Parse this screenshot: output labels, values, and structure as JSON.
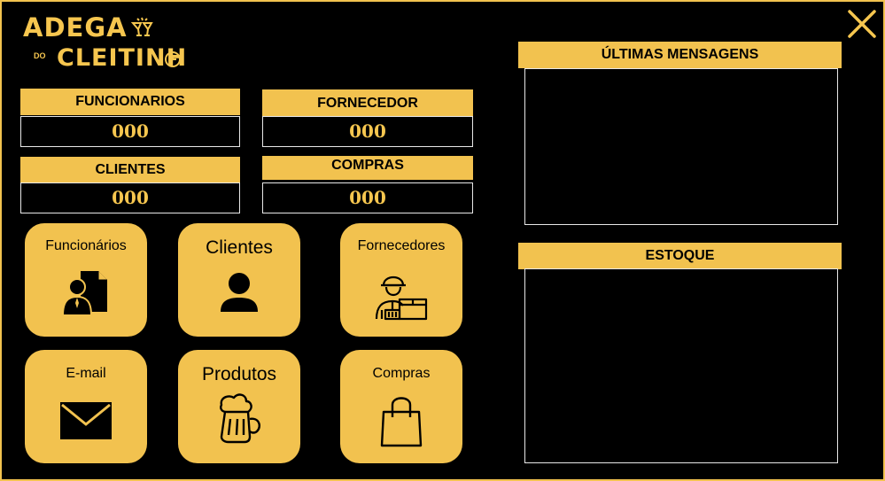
{
  "logo": {
    "line1": "ADEGA",
    "small": "DO",
    "line2": "CLEITINH"
  },
  "stats": [
    {
      "label": "FUNCIONARIOS",
      "value": "000"
    },
    {
      "label": "FORNECEDOR",
      "value": "000"
    },
    {
      "label": "CLIENTES",
      "value": "000"
    },
    {
      "label": "COMPRAS",
      "value": "000"
    }
  ],
  "tiles": [
    {
      "label": "Funcionários",
      "icon": "employees-icon"
    },
    {
      "label": "Clientes",
      "icon": "user-icon"
    },
    {
      "label": "Fornecedores",
      "icon": "supplier-icon"
    },
    {
      "label": "E-mail",
      "icon": "envelope-icon"
    },
    {
      "label": "Produtos",
      "icon": "beer-mug-icon"
    },
    {
      "label": "Compras",
      "icon": "shopping-bag-icon"
    }
  ],
  "panels": {
    "messages_title": "ÚLTIMAS MENSAGENS",
    "stock_title": "ESTOQUE"
  },
  "colors": {
    "accent": "#f2c24f",
    "background": "#000000",
    "border": "#e8e8e8"
  }
}
